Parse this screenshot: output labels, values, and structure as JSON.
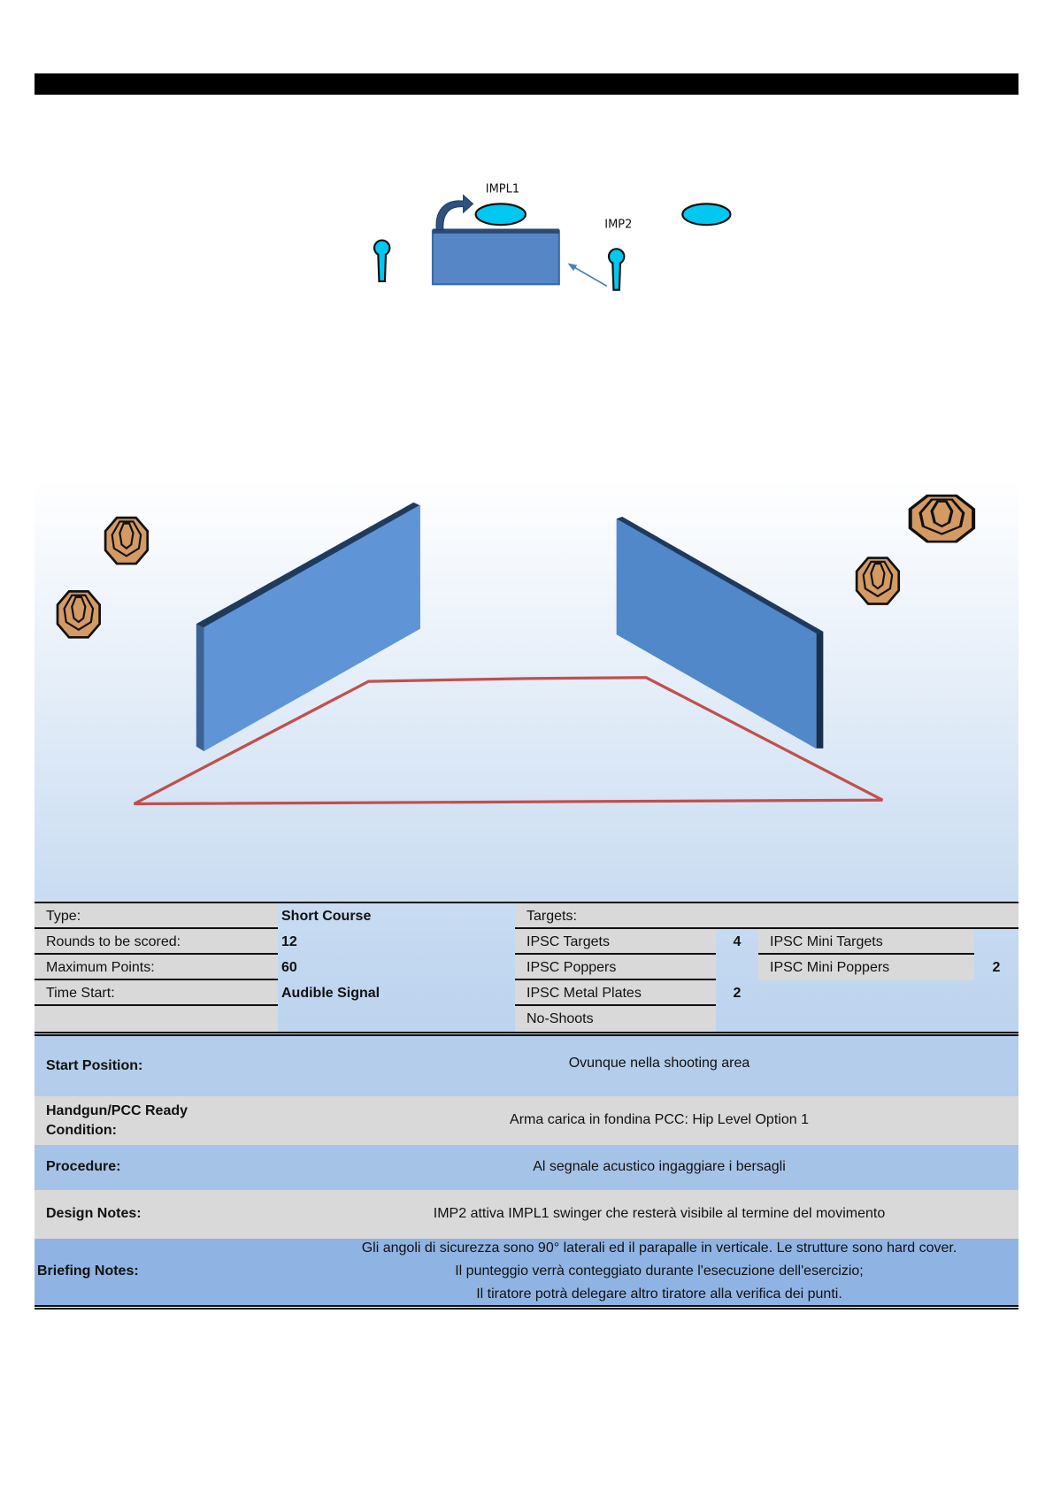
{
  "diagram": {
    "labels": {
      "impl1": "IMPL1",
      "imp2": "IMP2"
    },
    "colors": {
      "wall": "#5b8fd0",
      "target": "#d49a64",
      "popper": "#00c8f0",
      "fault_line": "#c0504d"
    }
  },
  "summary": {
    "type_label": "Type:",
    "type_value": "Short Course",
    "rounds_label": "Rounds to be scored:",
    "rounds_value": "12",
    "points_label": "Maximum Points:",
    "points_value": "60",
    "start_label": "Time Start:",
    "start_value": "Audible Signal",
    "targets_label": "Targets:",
    "targets": {
      "ipsc_targets": {
        "label": "IPSC Targets",
        "count": "4"
      },
      "ipsc_poppers": {
        "label": "IPSC Poppers",
        "count": ""
      },
      "metal_plates": {
        "label": "IPSC Metal Plates",
        "count": "2"
      },
      "no_shoots": {
        "label": "No-Shoots",
        "count": ""
      },
      "mini_targets": {
        "label": "IPSC Mini Targets",
        "count": ""
      },
      "mini_poppers": {
        "label": "IPSC Mini Poppers",
        "count": "2"
      }
    }
  },
  "details": {
    "start_position": {
      "label": "Start Position:",
      "value": "Ovunque nella shooting area"
    },
    "ready_condition": {
      "label1": "Handgun/PCC Ready",
      "label2": "Condition:",
      "value": "Arma carica in fondina PCC: Hip Level Option 1"
    },
    "procedure": {
      "label": "Procedure:",
      "value": "Al segnale acustico ingaggiare i bersagli"
    },
    "design_notes": {
      "label": "Design Notes:",
      "value": "IMP2 attiva IMPL1 swinger che resterà visibile al termine del movimento"
    },
    "briefing_notes": {
      "label": "Briefing Notes:",
      "lines": [
        "Gli angoli di sicurezza sono 90° laterali ed il parapalle in verticale. Le strutture sono hard cover.",
        "Il punteggio verrà conteggiato durante l'esecuzione dell'esercizio;",
        "Il tiratore potrà delegare altro tiratore alla verifica dei punti."
      ]
    }
  }
}
